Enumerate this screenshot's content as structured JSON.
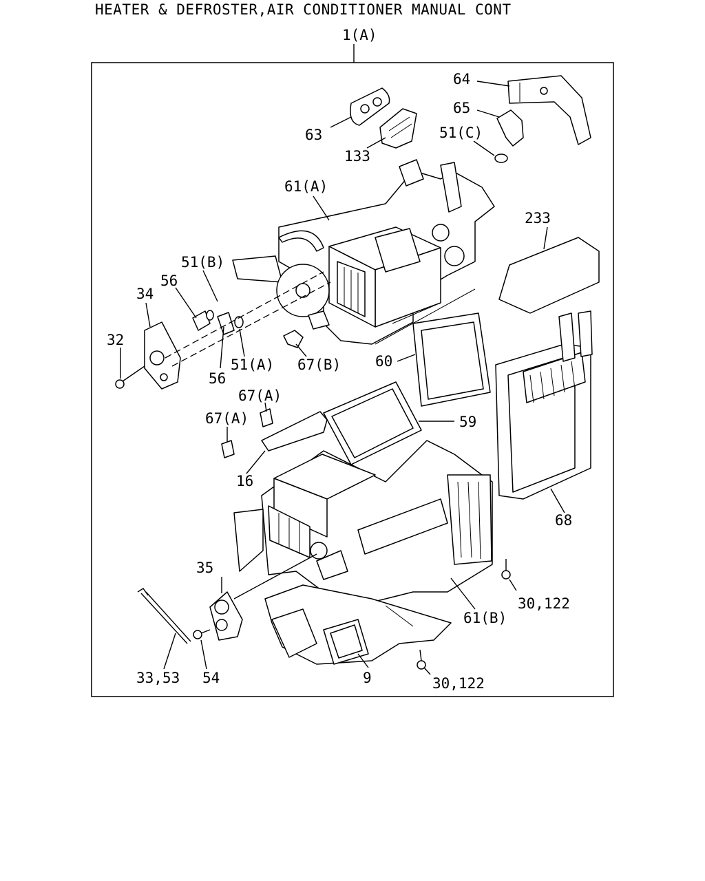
{
  "title": "HEATER & DEFROSTER,AIR CONDITIONER MANUAL CONT",
  "assembly_label": "1(A)",
  "callouts": {
    "p64": "64",
    "p65": "65",
    "p51c": "51(C)",
    "p63": "63",
    "p133": "133",
    "p61a": "61(A)",
    "p233": "233",
    "p51b": "51(B)",
    "p56a": "56",
    "p34": "34",
    "p32": "32",
    "p56b": "56",
    "p51a": "51(A)",
    "p67b": "67(B)",
    "p60": "60",
    "p67a1": "67(A)",
    "p67a2": "67(A)",
    "p59": "59",
    "p16": "16",
    "p68": "68",
    "p35": "35",
    "p30a": "30,122",
    "p61b": "61(B)",
    "p3353": "33,53",
    "p54": "54",
    "p9": "9",
    "p30b": "30,122"
  }
}
